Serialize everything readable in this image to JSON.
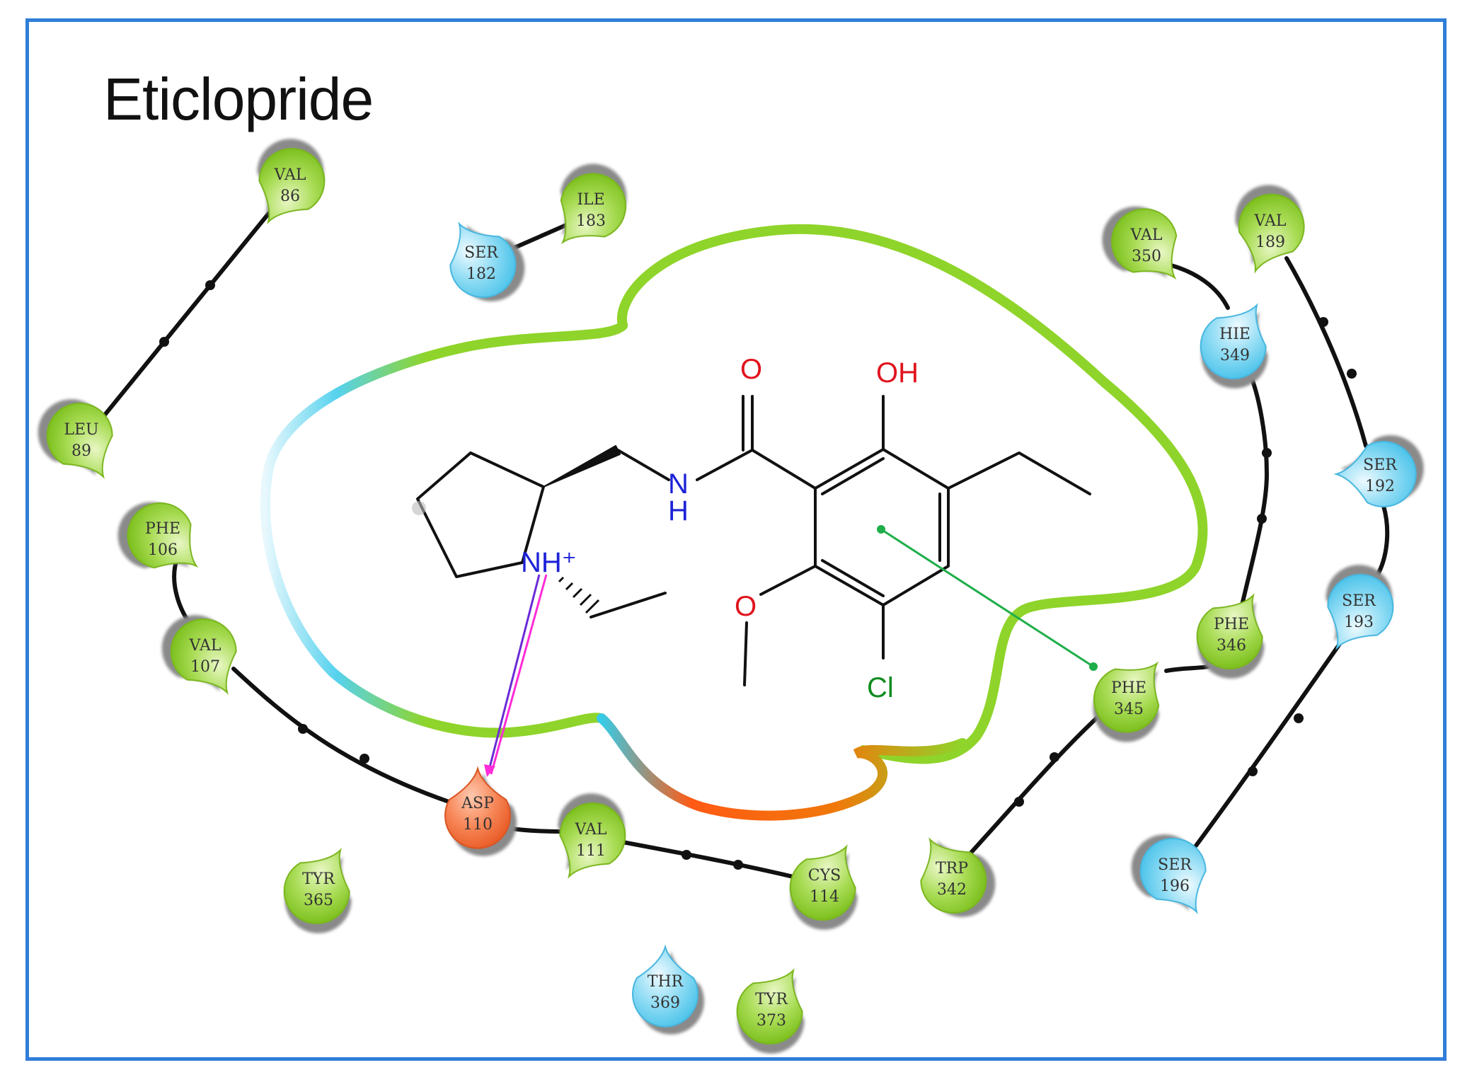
{
  "title": "Eticlopride",
  "colors": {
    "hydrophobic": "#9ad42a",
    "polar": "#62cdf0",
    "negative": "#f36a3a",
    "frame": "#2f7ed8"
  },
  "atoms": {
    "carbonyl_o": "O",
    "hydroxyl": "OH",
    "amide_n": "N",
    "amide_h": "H",
    "ammonium": "NH⁺",
    "methoxy_o": "O",
    "chlorine": "Cl"
  },
  "residues": [
    {
      "id": "val86",
      "name": "VAL",
      "num": "86",
      "type": "hydrophobic"
    },
    {
      "id": "leu89",
      "name": "LEU",
      "num": "89",
      "type": "hydrophobic"
    },
    {
      "id": "ser182",
      "name": "SER",
      "num": "182",
      "type": "polar"
    },
    {
      "id": "ile183",
      "name": "ILE",
      "num": "183",
      "type": "hydrophobic"
    },
    {
      "id": "phe106",
      "name": "PHE",
      "num": "106",
      "type": "hydrophobic"
    },
    {
      "id": "val107",
      "name": "VAL",
      "num": "107",
      "type": "hydrophobic"
    },
    {
      "id": "asp110",
      "name": "ASP",
      "num": "110",
      "type": "negative"
    },
    {
      "id": "val111",
      "name": "VAL",
      "num": "111",
      "type": "hydrophobic"
    },
    {
      "id": "cys114",
      "name": "CYS",
      "num": "114",
      "type": "hydrophobic"
    },
    {
      "id": "tyr365",
      "name": "TYR",
      "num": "365",
      "type": "hydrophobic"
    },
    {
      "id": "thr369",
      "name": "THR",
      "num": "369",
      "type": "polar"
    },
    {
      "id": "tyr373",
      "name": "TYR",
      "num": "373",
      "type": "hydrophobic"
    },
    {
      "id": "trp342",
      "name": "TRP",
      "num": "342",
      "type": "hydrophobic"
    },
    {
      "id": "phe345",
      "name": "PHE",
      "num": "345",
      "type": "hydrophobic"
    },
    {
      "id": "phe346",
      "name": "PHE",
      "num": "346",
      "type": "hydrophobic"
    },
    {
      "id": "hie349",
      "name": "HIE",
      "num": "349",
      "type": "polar"
    },
    {
      "id": "val350",
      "name": "VAL",
      "num": "350",
      "type": "hydrophobic"
    },
    {
      "id": "val189",
      "name": "VAL",
      "num": "189",
      "type": "hydrophobic"
    },
    {
      "id": "ser192",
      "name": "SER",
      "num": "192",
      "type": "polar"
    },
    {
      "id": "ser193",
      "name": "SER",
      "num": "193",
      "type": "polar"
    },
    {
      "id": "ser196",
      "name": "SER",
      "num": "196",
      "type": "polar"
    }
  ]
}
